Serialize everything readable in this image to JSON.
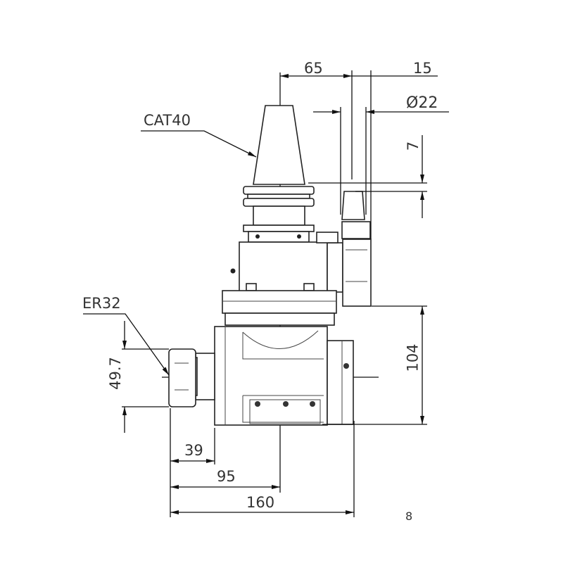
{
  "drawing": {
    "callouts": {
      "holder": "CAT40",
      "collet": "ER32"
    },
    "dimensions": {
      "spindle_offset_top": "65",
      "coolant_width": "15",
      "coolant_diameter": "Ø22",
      "coolant_height": "7",
      "head_height": "104",
      "collet_nut_diameter": "49.7",
      "collet_length": "39",
      "output_to_axis": "95",
      "overall_width": "160",
      "cropped_label": "8"
    }
  }
}
